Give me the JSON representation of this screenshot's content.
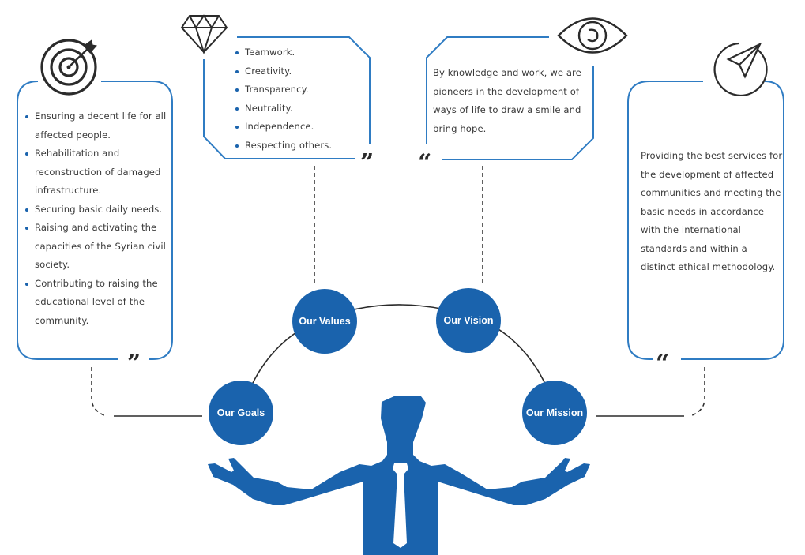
{
  "colors": {
    "accent": "#1a63ad",
    "frame": "#2f7cc3",
    "icon": "#2b2b2b",
    "text": "#3a3a3a",
    "connector": "#2b2b2b"
  },
  "nodes": {
    "goals": {
      "label": "Our Goals"
    },
    "values": {
      "label": "Our Values"
    },
    "vision": {
      "label": "Our Vision"
    },
    "mission": {
      "label": "Our Mission"
    }
  },
  "goals": {
    "icon": "target-icon",
    "items": [
      "Ensuring a decent life for all affected people.",
      "Rehabilitation and reconstruction of damaged infrastructure.",
      "Securing basic daily needs.",
      "Raising and activating the capacities of the Syrian civil society.",
      "Contributing to raising the educational level of the community."
    ],
    "quote_mark": "”"
  },
  "values": {
    "icon": "diamond-icon",
    "items": [
      "Teamwork.",
      "Creativity.",
      "Transparency.",
      "Neutrality.",
      "Independence.",
      "Respecting others."
    ],
    "quote_mark": "”"
  },
  "vision": {
    "icon": "eye-icon",
    "text": "By knowledge and work, we are pioneers in the development of ways of life to draw a smile and bring hope.",
    "quote_mark": "“"
  },
  "mission": {
    "icon": "paper-plane-icon",
    "text": "Providing the best services for the development of affected communities and meeting the basic needs in accordance with the international standards and within a distinct ethical methodology.",
    "quote_mark": "“"
  },
  "figure": {
    "icon": "businessman-silhouette-icon"
  }
}
